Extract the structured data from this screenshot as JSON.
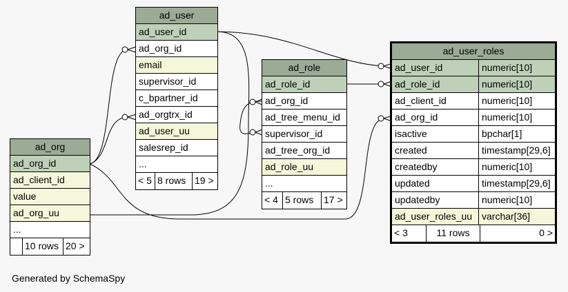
{
  "tables": {
    "ad_user": {
      "title": "ad_user",
      "columns": [
        {
          "name": "ad_user_id",
          "kind": "pk"
        },
        {
          "name": "ad_org_id",
          "kind": "plain"
        },
        {
          "name": "email",
          "kind": "uq"
        },
        {
          "name": "supervisor_id",
          "kind": "plain"
        },
        {
          "name": "c_bpartner_id",
          "kind": "plain"
        },
        {
          "name": "ad_orgtrx_id",
          "kind": "plain"
        },
        {
          "name": "ad_user_uu",
          "kind": "uq"
        },
        {
          "name": "salesrep_id",
          "kind": "plain"
        }
      ],
      "ellipsis": "...",
      "footer": {
        "parents": "< 5",
        "rows": "8 rows",
        "children": "19 >"
      }
    },
    "ad_role": {
      "title": "ad_role",
      "columns": [
        {
          "name": "ad_role_id",
          "kind": "pk"
        },
        {
          "name": "ad_org_id",
          "kind": "plain"
        },
        {
          "name": "ad_tree_menu_id",
          "kind": "plain"
        },
        {
          "name": "supervisor_id",
          "kind": "plain"
        },
        {
          "name": "ad_tree_org_id",
          "kind": "plain"
        },
        {
          "name": "ad_role_uu",
          "kind": "uq"
        }
      ],
      "ellipsis": "...",
      "footer": {
        "parents": "< 4",
        "rows": "5 rows",
        "children": "17 >"
      }
    },
    "ad_org": {
      "title": "ad_org",
      "columns": [
        {
          "name": "ad_org_id",
          "kind": "pk"
        },
        {
          "name": "ad_client_id",
          "kind": "uq"
        },
        {
          "name": "value",
          "kind": "uq"
        },
        {
          "name": "ad_org_uu",
          "kind": "uq"
        }
      ],
      "ellipsis": "...",
      "footer": {
        "parents": "",
        "rows": "10 rows",
        "children": "20 >"
      }
    },
    "ad_user_roles": {
      "title": "ad_user_roles",
      "columns": [
        {
          "name": "ad_user_id",
          "type": "numeric[10]",
          "kind": "pk"
        },
        {
          "name": "ad_role_id",
          "type": "numeric[10]",
          "kind": "pk"
        },
        {
          "name": "ad_client_id",
          "type": "numeric[10]",
          "kind": "plain"
        },
        {
          "name": "ad_org_id",
          "type": "numeric[10]",
          "kind": "plain"
        },
        {
          "name": "isactive",
          "type": "bpchar[1]",
          "kind": "plain"
        },
        {
          "name": "created",
          "type": "timestamp[29,6]",
          "kind": "plain"
        },
        {
          "name": "createdby",
          "type": "numeric[10]",
          "kind": "plain"
        },
        {
          "name": "updated",
          "type": "timestamp[29,6]",
          "kind": "plain"
        },
        {
          "name": "updatedby",
          "type": "numeric[10]",
          "kind": "plain"
        },
        {
          "name": "ad_user_roles_uu",
          "type": "varchar[36]",
          "kind": "uq"
        }
      ],
      "footer": {
        "parents": "< 3",
        "rows": "11 rows",
        "children": "0 >"
      }
    }
  },
  "generated_by": "Generated by SchemaSpy",
  "colors": {
    "title": "#9bab96",
    "primary_key": "#bed1b8",
    "unique": "#f4f7da",
    "background": "#f7f7f7"
  }
}
